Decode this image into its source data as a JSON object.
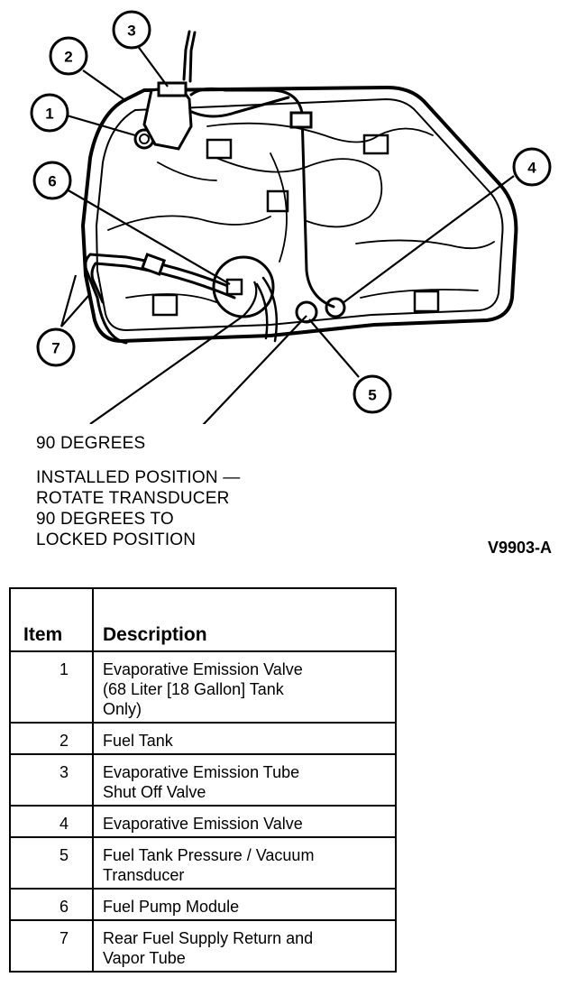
{
  "diagram": {
    "callouts": [
      "1",
      "2",
      "3",
      "4",
      "5",
      "6",
      "7"
    ],
    "degrees_label": "90 DEGREES",
    "install_note": [
      "INSTALLED POSITION —",
      "ROTATE TRANSDUCER",
      "90 DEGREES TO",
      "LOCKED POSITION"
    ],
    "figure_id": "V9903-A"
  },
  "legend": {
    "headers": {
      "item": "Item",
      "description": "Description"
    },
    "rows": [
      {
        "item": "1",
        "lines": [
          "Evaporative Emission Valve",
          "(68 Liter [18 Gallon] Tank",
          "Only)"
        ]
      },
      {
        "item": "2",
        "lines": [
          "Fuel Tank"
        ]
      },
      {
        "item": "3",
        "lines": [
          "Evaporative Emission Tube",
          "Shut Off Valve"
        ]
      },
      {
        "item": "4",
        "lines": [
          "Evaporative Emission Valve"
        ]
      },
      {
        "item": "5",
        "lines": [
          "Fuel Tank Pressure / Vacuum",
          "Transducer"
        ]
      },
      {
        "item": "6",
        "lines": [
          "Fuel Pump Module"
        ]
      },
      {
        "item": "7",
        "lines": [
          "Rear Fuel Supply Return and",
          "Vapor Tube"
        ]
      }
    ]
  }
}
